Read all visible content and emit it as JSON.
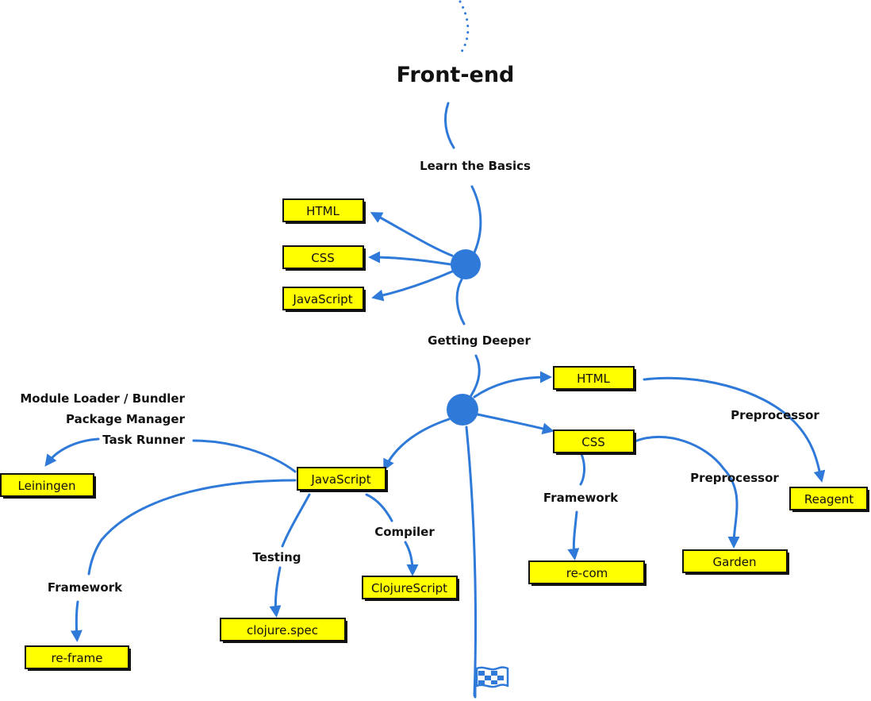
{
  "title": "Front-end",
  "colors": {
    "line": "#2f7ad9",
    "node_fill": "#ffff00",
    "node_border": "#111111",
    "text": "#111111"
  },
  "sections": {
    "basics": "Learn the Basics",
    "deeper": "Getting Deeper"
  },
  "basics_items": {
    "html": "HTML",
    "css": "CSS",
    "javascript": "JavaScript"
  },
  "deeper_items": {
    "html": "HTML",
    "css": "CSS",
    "javascript": "JavaScript"
  },
  "labels": {
    "module_loader": "Module Loader / Bundler",
    "package_manager": "Package Manager",
    "task_runner": "Task Runner",
    "js_framework": "Framework",
    "testing": "Testing",
    "compiler": "Compiler",
    "css_framework": "Framework",
    "css_preprocessor": "Preprocessor",
    "html_preprocessor": "Preprocessor"
  },
  "tools": {
    "leiningen": "Leiningen",
    "re_frame": "re-frame",
    "clojure_spec": "clojure.spec",
    "clojurescript": "ClojureScript",
    "re_com": "re-com",
    "garden": "Garden",
    "reagent": "Reagent"
  },
  "end_icon": "checkered-flag-icon"
}
